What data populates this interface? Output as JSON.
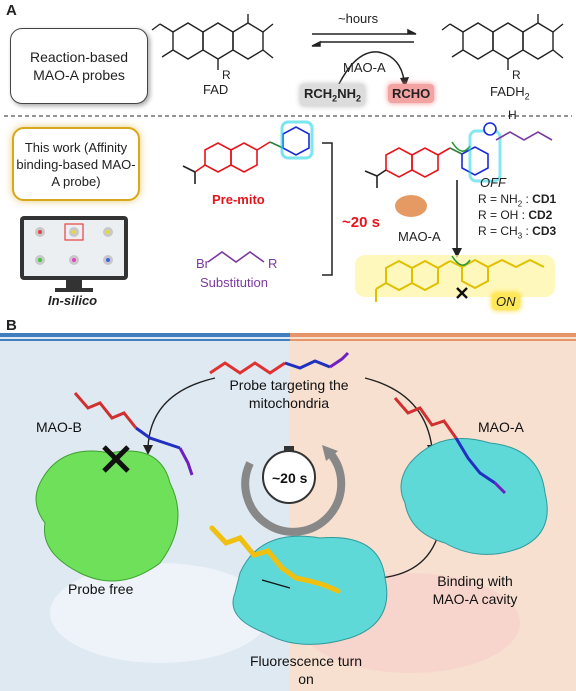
{
  "panel_a": {
    "label": "A",
    "box_reaction": "Reaction-based MAO-A probes",
    "fad": "FAD",
    "fadh2": "FADH",
    "fadh2_sub": "2",
    "hours": "~hours",
    "mao_a_top": "MAO-A",
    "substrate": "RCH",
    "substrate_sub1": "2",
    "substrate_mid": "NH",
    "substrate_sub2": "2",
    "product": "RCHO",
    "box_this_work": "This work (Affinity binding-based MAO-A probe)",
    "in_silico": "In-silico",
    "pre_mito": "Pre-mito",
    "substitution": "Substitution",
    "br": "Br",
    "r": "R",
    "time": "~20 s",
    "mao_a_mid": "MAO-A",
    "off": "OFF",
    "on": "ON",
    "plus": "+",
    "cd_list": [
      {
        "r": "R = NH",
        "sub": "2",
        "name": "CD1"
      },
      {
        "r": "R = OH : ",
        "sub": "",
        "name": "CD2"
      },
      {
        "r": "R = CH",
        "sub": "3",
        "name": "CD3"
      }
    ],
    "n_r_left": "R",
    "n_r_right": "R",
    "h_right": "H"
  },
  "panel_b": {
    "label": "B",
    "probe_target": "Probe targeting the mitochondria",
    "mao_b": "MAO-B",
    "mao_a": "MAO-A",
    "timer": "~20 s",
    "probe_free": "Probe free",
    "binding": "Binding with MAO-A cavity",
    "fluorescence": "Fluorescence turn on"
  },
  "colors": {
    "accent_red": "#e8141b",
    "purple": "#7a3aa0",
    "gold": "#d8a71a",
    "left_bg": "#dfe9f2",
    "right_bg": "#f7e0d0",
    "protein_green": "#6ee05a",
    "protein_cyan": "#5fd8d8"
  }
}
